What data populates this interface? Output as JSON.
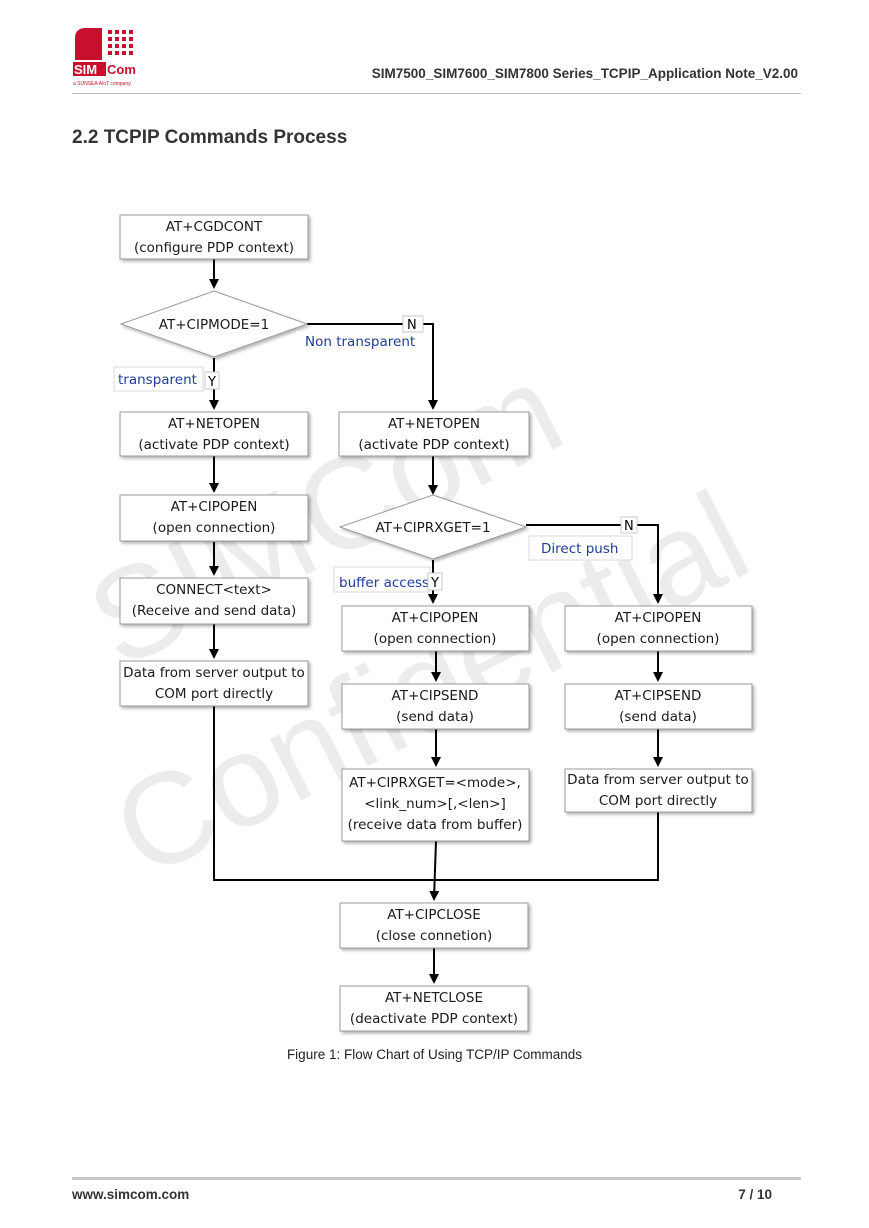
{
  "header": {
    "brand_name": "SIMCom",
    "brand_tagline": "a SUNSEA AIoT company",
    "document_title": "SIM7500_SIM7600_SIM7800  Series_TCPIP_Application  Note_V2.00"
  },
  "section": {
    "heading": "2.2 TCPIP Commands Process"
  },
  "watermark": {
    "line1": "SIMCom",
    "line2": "Confidential"
  },
  "flowchart": {
    "cgdcont": {
      "line1": "AT+CGDCONT",
      "line2": "(configure PDP context)"
    },
    "cipmode": {
      "text": "AT+CIPMODE=1"
    },
    "netopen_t": {
      "line1": "AT+NETOPEN",
      "line2": "(activate PDP context)"
    },
    "netopen_nt": {
      "line1": "AT+NETOPEN",
      "line2": "(activate PDP context)"
    },
    "cipopen_t": {
      "line1": "AT+CIPOPEN",
      "line2": "(open connection)"
    },
    "connect": {
      "line1": "CONNECT<text>",
      "line2": "(Receive and send data)"
    },
    "output_t": {
      "line1": "Data from server output to",
      "line2": "COM port directly"
    },
    "ciprxget": {
      "text": "AT+CIPRXGET=1"
    },
    "cipopen_b": {
      "line1": "AT+CIPOPEN",
      "line2": "(open connection)"
    },
    "cipsend_b": {
      "line1": "AT+CIPSEND",
      "line2": "(send data)"
    },
    "ciprxget_mode": {
      "line1": "AT+CIPRXGET=<mode>,",
      "line2": "<link_num>[,<len>]",
      "line3": "(receive data from buffer)"
    },
    "cipopen_d": {
      "line1": "AT+CIPOPEN",
      "line2": "(open connection)"
    },
    "cipsend_d": {
      "line1": "AT+CIPSEND",
      "line2": "(send data)"
    },
    "output_d": {
      "line1": "Data from server output to",
      "line2": "COM port directly"
    },
    "cipclose": {
      "line1": "AT+CIPCLOSE",
      "line2": "(close connetion)"
    },
    "netclose": {
      "line1": "AT+NETCLOSE",
      "line2": "(deactivate PDP context)"
    },
    "labels": {
      "non_transparent": "Non transparent",
      "transparent": "transparent",
      "direct_push": "Direct push",
      "buffer_access": "buffer access",
      "n1": "N",
      "y1": "Y",
      "n2": "N",
      "y2": "Y"
    }
  },
  "caption": "Figure 1: Flow Chart of Using TCP/IP Commands",
  "footer": {
    "website": "www.simcom.com",
    "page": "7 / 10"
  }
}
